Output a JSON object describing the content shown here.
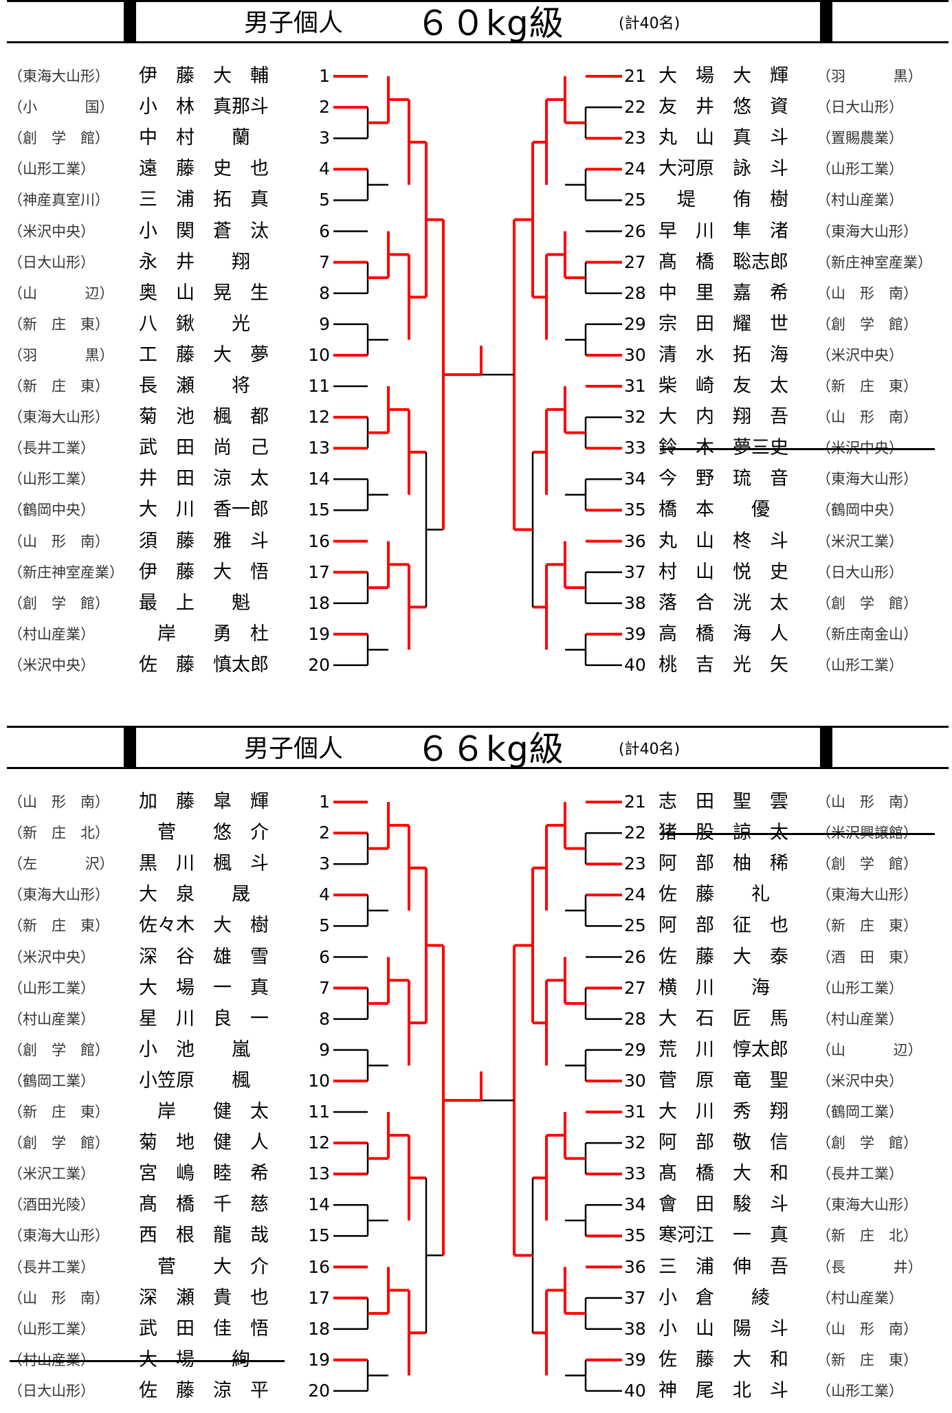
{
  "colors": {
    "winner_line": "#ff0000",
    "line": "#000000"
  },
  "sections": [
    {
      "title": "男子個人",
      "weight": "６０kg級",
      "count": "(計40名)",
      "left": [
        {
          "no": "1",
          "name": "伊　藤　大　輔",
          "team": "（東海大山形）"
        },
        {
          "no": "2",
          "name": "小　林　真那斗",
          "team": "（小　　　 国）"
        },
        {
          "no": "3",
          "name": "中　村　　蘭",
          "team": "（創　学　館）"
        },
        {
          "no": "4",
          "name": "遠　藤　史　也",
          "team": "（山形工業）"
        },
        {
          "no": "5",
          "name": "三　浦　拓　真",
          "team": "（神産真室川）"
        },
        {
          "no": "6",
          "name": "小　関　蒼　汰",
          "team": "（米沢中央）"
        },
        {
          "no": "7",
          "name": "永　井　　翔",
          "team": "（日大山形）"
        },
        {
          "no": "8",
          "name": "奥　山　晃　生",
          "team": "（山　　　 辺）"
        },
        {
          "no": "9",
          "name": "八　鍬　　光",
          "team": "（新　庄　東）"
        },
        {
          "no": "10",
          "name": "工　藤　大　夢",
          "team": "（羽　　　 黒）"
        },
        {
          "no": "11",
          "name": "長　瀬　　将",
          "team": "（新　庄　東）"
        },
        {
          "no": "12",
          "name": "菊　池　楓　都",
          "team": "（東海大山形）"
        },
        {
          "no": "13",
          "name": "武　田　尚　己",
          "team": "（長井工業）"
        },
        {
          "no": "14",
          "name": "井　田　涼　太",
          "team": "（山形工業）"
        },
        {
          "no": "15",
          "name": "大　川　香一郎",
          "team": "（鶴岡中央）"
        },
        {
          "no": "16",
          "name": "須　藤　雅　斗",
          "team": "（山　形　南）"
        },
        {
          "no": "17",
          "name": "伊　藤　大　悟",
          "team": "（新庄神室産業）"
        },
        {
          "no": "18",
          "name": "最　上　　魁",
          "team": "（創　学　館）"
        },
        {
          "no": "19",
          "name": "　岸　　勇　杜",
          "team": "（村山産業）"
        },
        {
          "no": "20",
          "name": "佐　藤　慎太郎",
          "team": "（米沢中央）"
        }
      ],
      "right": [
        {
          "no": "21",
          "name": "大　場　大　輝",
          "team": "（羽　　　 黒）"
        },
        {
          "no": "22",
          "name": "友　井　悠　資",
          "team": "（日大山形）"
        },
        {
          "no": "23",
          "name": "丸　山　真　斗",
          "team": "（置賜農業）"
        },
        {
          "no": "24",
          "name": "大河原　詠　斗",
          "team": "（山形工業）"
        },
        {
          "no": "25",
          "name": "　堤　　侑　樹",
          "team": "（村山産業）"
        },
        {
          "no": "26",
          "name": "早　川　隼　渚",
          "team": "（東海大山形）"
        },
        {
          "no": "27",
          "name": "髙　橋　聡志郎",
          "team": "（新庄神室産業）"
        },
        {
          "no": "28",
          "name": "中　里　嘉　希",
          "team": "（山　形　南）"
        },
        {
          "no": "29",
          "name": "宗　田　耀　世",
          "team": "（創　学　館）"
        },
        {
          "no": "30",
          "name": "清　水　拓　海",
          "team": "（米沢中央）"
        },
        {
          "no": "31",
          "name": "柴　崎　友　太",
          "team": "（新　庄　東）"
        },
        {
          "no": "32",
          "name": "大　内　翔　吾",
          "team": "（山　形　南）"
        },
        {
          "no": "33",
          "name": "鈴　木　夢三史",
          "team": "（米沢中央）",
          "struck": true
        },
        {
          "no": "34",
          "name": "今　野　琉　音",
          "team": "（東海大山形）"
        },
        {
          "no": "35",
          "name": "橋　本　　優",
          "team": "（鶴岡中央）"
        },
        {
          "no": "36",
          "name": "丸　山　柊　斗",
          "team": "（米沢工業）"
        },
        {
          "no": "37",
          "name": "村　山　悦　史",
          "team": "（日大山形）"
        },
        {
          "no": "38",
          "name": "落　合　洸　太",
          "team": "（創　学　館）"
        },
        {
          "no": "39",
          "name": "高　橋　海　人",
          "team": "（新庄南金山）"
        },
        {
          "no": "40",
          "name": "桃　吉　光　矢",
          "team": "（山形工業）"
        }
      ]
    },
    {
      "title": "男子個人",
      "weight": "６６kg級",
      "count": "(計40名)",
      "left": [
        {
          "no": "1",
          "name": "加　藤　皐　輝",
          "team": "（山　形　南）"
        },
        {
          "no": "2",
          "name": "　菅　　悠　介",
          "team": "（新　庄　北）"
        },
        {
          "no": "3",
          "name": "黒　川　楓　斗",
          "team": "（左　　　 沢）"
        },
        {
          "no": "4",
          "name": "大　泉　　晟",
          "team": "（東海大山形）"
        },
        {
          "no": "5",
          "name": "佐々木　大　樹",
          "team": "（新　庄　東）"
        },
        {
          "no": "6",
          "name": "深　谷　雄　雪",
          "team": "（米沢中央）"
        },
        {
          "no": "7",
          "name": "大　場　一　真",
          "team": "（山形工業）"
        },
        {
          "no": "8",
          "name": "星　川　良　一",
          "team": "（村山産業）"
        },
        {
          "no": "9",
          "name": "小　池　　嵐",
          "team": "（創　学　館）"
        },
        {
          "no": "10",
          "name": "小笠原　　楓",
          "team": "（鶴岡工業）"
        },
        {
          "no": "11",
          "name": "　岸　　健　太",
          "team": "（新　庄　東）"
        },
        {
          "no": "12",
          "name": "菊　地　健　人",
          "team": "（創　学　館）"
        },
        {
          "no": "13",
          "name": "宮　嶋　睦　希",
          "team": "（米沢工業）"
        },
        {
          "no": "14",
          "name": "髙　橋　千　慈",
          "team": "（酒田光陵）"
        },
        {
          "no": "15",
          "name": "西　根　龍　哉",
          "team": "（東海大山形）"
        },
        {
          "no": "16",
          "name": "　菅　　大　介",
          "team": "（長井工業）"
        },
        {
          "no": "17",
          "name": "深　瀬　貴　也",
          "team": "（山　形　南）"
        },
        {
          "no": "18",
          "name": "武　田　佳　悟",
          "team": "（山形工業）"
        },
        {
          "no": "19",
          "name": "大　場　　絢",
          "team": "（村山産業）",
          "struck": true
        },
        {
          "no": "20",
          "name": "佐　藤　涼　平",
          "team": "（日大山形）"
        }
      ],
      "right": [
        {
          "no": "21",
          "name": "志　田　聖　雲",
          "team": "（山　形　南）"
        },
        {
          "no": "22",
          "name": "猪　股　諒　太",
          "team": "（米沢興譲館）",
          "struck": true
        },
        {
          "no": "23",
          "name": "阿　部　柚　稀",
          "team": "（創　学　館）"
        },
        {
          "no": "24",
          "name": "佐　藤　　礼",
          "team": "（東海大山形）"
        },
        {
          "no": "25",
          "name": "阿　部　征　也",
          "team": "（新　庄　東）"
        },
        {
          "no": "26",
          "name": "佐　藤　大　泰",
          "team": "（酒　田　東）"
        },
        {
          "no": "27",
          "name": "横　川　　海",
          "team": "（山形工業）"
        },
        {
          "no": "28",
          "name": "大　石　匠　馬",
          "team": "（村山産業）"
        },
        {
          "no": "29",
          "name": "荒　川　惇太郎",
          "team": "（山　　　 辺）"
        },
        {
          "no": "30",
          "name": "菅　原　竜　聖",
          "team": "（米沢中央）"
        },
        {
          "no": "31",
          "name": "大　川　秀　翔",
          "team": "（鶴岡工業）"
        },
        {
          "no": "32",
          "name": "阿　部　敬　信",
          "team": "（創　学　館）"
        },
        {
          "no": "33",
          "name": "髙　橋　大　和",
          "team": "（長井工業）"
        },
        {
          "no": "34",
          "name": "會　田　駿　斗",
          "team": "（東海大山形）"
        },
        {
          "no": "35",
          "name": "寒河江　一　真",
          "team": "（新　庄　北）"
        },
        {
          "no": "36",
          "name": "三　浦　伸　吾",
          "team": "（長　　　 井）"
        },
        {
          "no": "37",
          "name": "小　倉　　綾",
          "team": "（村山産業）"
        },
        {
          "no": "38",
          "name": "小　山　陽　斗",
          "team": "（山　形　南）"
        },
        {
          "no": "39",
          "name": "佐　藤　大　和",
          "team": "（新　庄　東）"
        },
        {
          "no": "40",
          "name": "神　尾　北　斗",
          "team": "（山形工業）"
        }
      ]
    }
  ]
}
